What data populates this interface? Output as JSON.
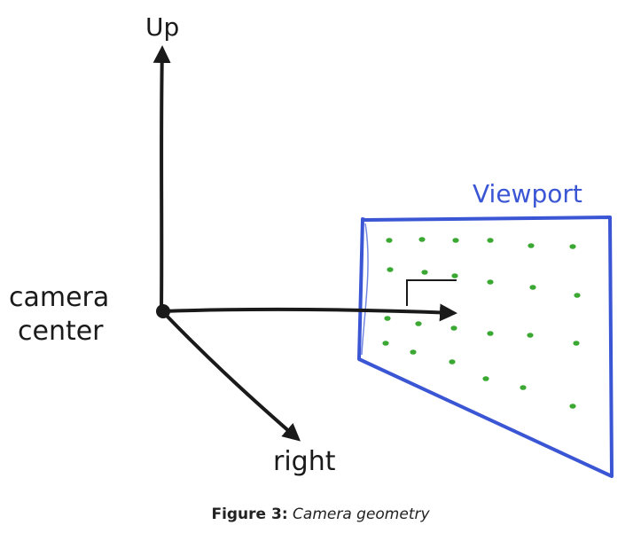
{
  "diagram": {
    "labels": {
      "up": "Up",
      "camera_center_line1": "camera",
      "camera_center_line2": "center",
      "right": "right",
      "viewport": "Viewport"
    },
    "colors": {
      "ink": "#1a1a1a",
      "viewport_border": "#3a56d4",
      "pixel_dot": "#3aa832"
    }
  },
  "caption": {
    "label": "Figure 3:",
    "text": "Camera geometry"
  }
}
